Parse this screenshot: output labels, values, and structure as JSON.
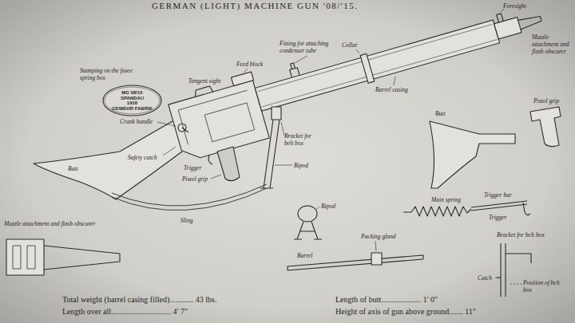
{
  "diagram": {
    "title": "GERMAN (LIGHT) MACHINE GUN '08/'15.",
    "nodes": [
      {
        "text": [
          "MG 08/15",
          "SPANDAU",
          "1916",
          "GEWEHR FABRIK"
        ]
      }
    ],
    "labels": [
      "Stamping on the fusee spring box",
      "Foresight",
      "Muzzle attachment and flash obscurer",
      "Collar",
      "Fitting for attaching condensor tube",
      "Feed block",
      "Tangent sight",
      "Pistol grip",
      "Barrel casing",
      "Butt",
      "Crank handle",
      "Safety catch",
      "Trigger",
      "Bracket for belt box",
      "Bipod",
      "Butt",
      "Pistol grip",
      "Sling",
      "Main spring",
      "Trigger bar",
      "Trigger",
      "Bipod",
      "Packing gland",
      "Barrel",
      "Bracket for belt box",
      "Catch",
      "Position of belt box",
      "Muzzle attachment and flash obscurer",
      "Total weight (barrel casing filled)............ 43 lbs.",
      "Length over all.............................. 4' 7\"",
      "Length of butt.................... 1' 0\"",
      "Height of axis of gun above ground....... 11\""
    ]
  }
}
